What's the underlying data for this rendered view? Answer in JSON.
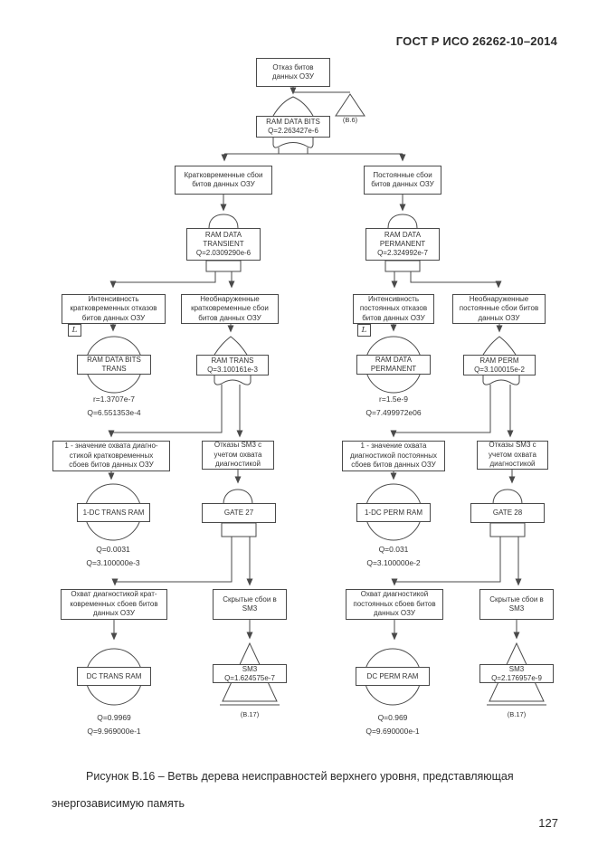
{
  "header": {
    "title": "ГОСТ Р ИСО 26262-10–2014"
  },
  "footer": {
    "caption": [
      "Рисунок В.16 –  Ветвь дерева неисправностей верхнего уровня, представляющая",
      "энергозависимую память"
    ],
    "page_number": "127"
  },
  "tree": {
    "root": {
      "event": [
        "Отказ битов",
        "данных ОЗУ"
      ],
      "gate": [
        "RAM DATA BITS",
        "Q=2.263427e-6"
      ],
      "transfer_ref": "(B.6)"
    },
    "transient": {
      "event": [
        "Кратковременные сбои",
        "битов данных ОЗУ"
      ],
      "gate": [
        "RAM DATA",
        "TRANSIENT",
        "Q=2.0309290e-6"
      ],
      "rate": {
        "event": [
          "Интенсивность",
          "кратковременных отказов",
          "битов данных ОЗУ"
        ],
        "lambda": "L",
        "basic": [
          "RAM DATA BITS",
          "TRANS"
        ],
        "values": [
          "r=1.3707e-7",
          "Q=6.551353e-4"
        ]
      },
      "undetected": {
        "event": [
          "Необнаруженные",
          "кратковременные сбои",
          "битов данных ОЗУ"
        ],
        "gate": [
          "RAM TRANS",
          "Q=3.100161e-3"
        ],
        "one_minus_dc": {
          "event": [
            "1 - значение охвата диагно-",
            "стикой  кратковременных",
            "сбоев битов данных  ОЗУ"
          ],
          "basic": "1-DC TRANS RAM",
          "values": [
            "Q=0.0031",
            "Q=3.100000e-3"
          ]
        },
        "sm_failures": {
          "event": [
            "Отказы SM3 с",
            "учетом охвата",
            "диагностикой"
          ],
          "gate": "GATE 27",
          "dc": {
            "event": [
              "Охват диагностикой  крат-",
              "ковременных сбоев  битов",
              "данных ОЗУ"
            ],
            "basic": "DC TRANS RAM",
            "values": [
              "Q=0.9969",
              "Q=9.969000e-1"
            ]
          },
          "latent": {
            "event": [
              "Скрытые сбои в",
              "SM3"
            ],
            "transfer": [
              "SM3",
              "Q=1.624575e-7"
            ],
            "ref": "(B.17)"
          }
        }
      }
    },
    "permanent": {
      "event": [
        "Постоянные сбои",
        "битов данных ОЗУ"
      ],
      "gate": [
        "RAM DATA",
        "PERMANENT",
        "Q=2.324992e-7"
      ],
      "rate": {
        "event": [
          "Интенсивность",
          "постоянных отказов",
          "битов данных ОЗУ"
        ],
        "lambda": "L",
        "basic": [
          "RAM DATA",
          "PERMANENT"
        ],
        "values": [
          "r=1.5e-9",
          "Q=7.499972e06"
        ]
      },
      "undetected": {
        "event": [
          "Необнаруженные",
          "постоянные сбои битов",
          "данных ОЗУ"
        ],
        "gate": [
          "RAM PERM",
          "Q=3.100015e-2"
        ],
        "one_minus_dc": {
          "event": [
            "1 - значение охвата",
            "диагностикой  постоянных",
            "сбоев битов данных ОЗУ"
          ],
          "basic": "1-DC PERM RAM",
          "values": [
            "Q=0.031",
            "Q=3.100000e-2"
          ]
        },
        "sm_failures": {
          "event": [
            "Отказы SM3 с",
            "учетом охвата",
            "диагностикой"
          ],
          "gate": "GATE 28",
          "dc": {
            "event": [
              "Охват диагностикой",
              "постоянных сбоев  битов",
              "данных ОЗУ"
            ],
            "basic": "DC PERM RAM",
            "values": [
              "Q=0.969",
              "Q=9.690000e-1"
            ]
          },
          "latent": {
            "event": [
              "Скрытые сбои в",
              "SM3"
            ],
            "transfer": [
              "SM3",
              "Q=2.176957e-9"
            ],
            "ref": "(B.17)"
          }
        }
      }
    }
  }
}
